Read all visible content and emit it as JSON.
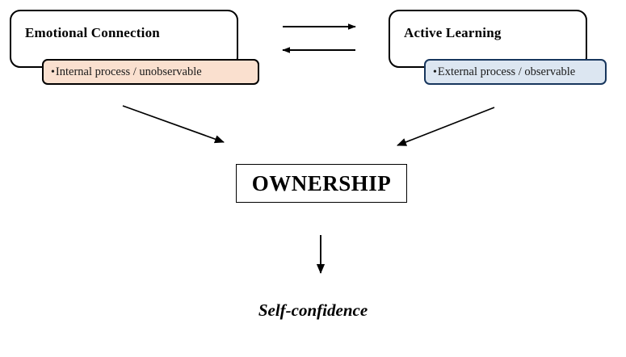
{
  "diagram": {
    "title_implicit": "Ownership model",
    "nodes": {
      "left_header": {
        "label": "Emotional Connection",
        "callout": "Internal process / unobservable",
        "callout_fill": "#fae0cf",
        "callout_border": "#000000",
        "box_fill": "#ffffff"
      },
      "right_header": {
        "label": "Active Learning",
        "callout": "External process / observable",
        "callout_fill": "#dce6f1",
        "callout_border": "#17365d",
        "box_fill": "#ffffff"
      },
      "center": {
        "label": "OWNERSHIP",
        "box_fill": "#ffffff",
        "box_border": "#000000"
      },
      "outcome": {
        "label": "Self-confidence"
      }
    },
    "bullet_glyph": "•",
    "connectors": [
      {
        "name": "left-to-right-arrow",
        "from": "Emotional Connection",
        "to": "Active Learning",
        "direction": "right"
      },
      {
        "name": "right-to-left-arrow",
        "from": "Active Learning",
        "to": "Emotional Connection",
        "direction": "left"
      },
      {
        "name": "left-to-ownership-arrow",
        "from": "Emotional Connection",
        "to": "OWNERSHIP",
        "direction": "down-right"
      },
      {
        "name": "right-to-ownership-arrow",
        "from": "Active Learning",
        "to": "OWNERSHIP",
        "direction": "down-left"
      },
      {
        "name": "ownership-to-outcome-arrow",
        "from": "OWNERSHIP",
        "to": "Self-confidence",
        "direction": "down"
      }
    ],
    "stroke_color": "#000000"
  }
}
